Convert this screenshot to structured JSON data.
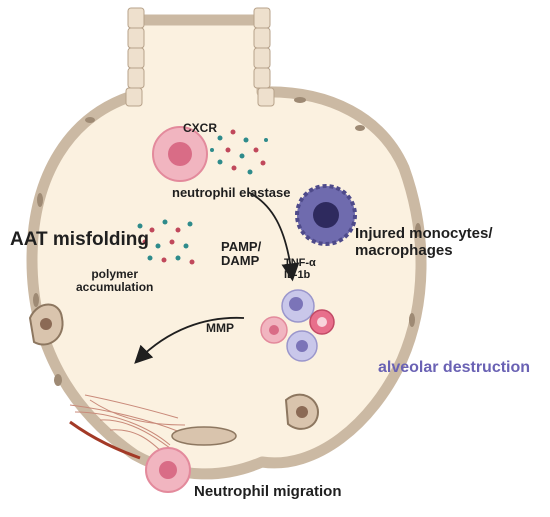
{
  "labels": {
    "cxcr": "CXCR",
    "neutrophil_elastase": "neutrophil elastase",
    "aat_misfolding": "AAT misfolding",
    "polymer_line1": "polymer",
    "polymer_line2": "accumulation",
    "pamp_line1": "PAMP/",
    "pamp_line2": "DAMP",
    "tnf": "TNF-α",
    "il1b": "IL-1b",
    "injured_line1": "Injured monocytes/",
    "injured_line2": "macrophages",
    "mmp": "MMP",
    "alveolar_destruction": "alveolar destruction",
    "neutrophil_migration": "Neutrophil migration"
  },
  "colors": {
    "alveolus_fill": "#fbf1e0",
    "alveolus_wall": "#cbb9a3",
    "neutrophil": "#f1b5c0",
    "macrophage": "#6f6bae",
    "accent_label": "#6a62b4",
    "damaged_wall": "#a33a27"
  }
}
